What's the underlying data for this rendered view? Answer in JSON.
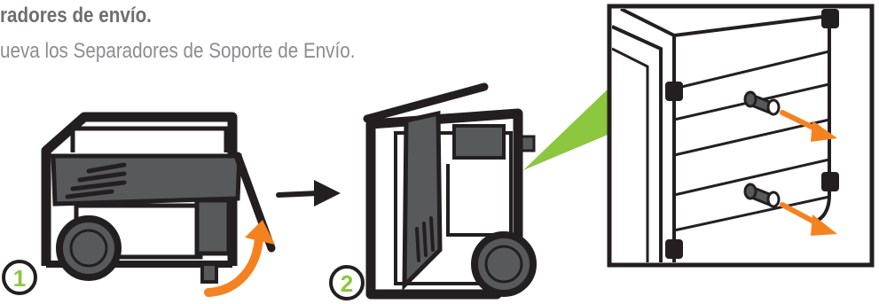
{
  "section": {
    "title": "radores de envío.",
    "instruction": "ueva los Separadores de Soporte de Envío."
  },
  "steps": [
    {
      "number": "1"
    },
    {
      "number": "2"
    }
  ],
  "icons": [
    "generator-upright-icon",
    "generator-tilted-icon",
    "right-arrow-icon",
    "rotate-arrow-icon",
    "shipping-spacer-detail-icon"
  ],
  "colors": {
    "accent_green": "#8dc63f",
    "accent_orange": "#f58220",
    "text_gray": "#6d6e71",
    "body_gray": "#58595b",
    "line_black": "#231f20"
  }
}
